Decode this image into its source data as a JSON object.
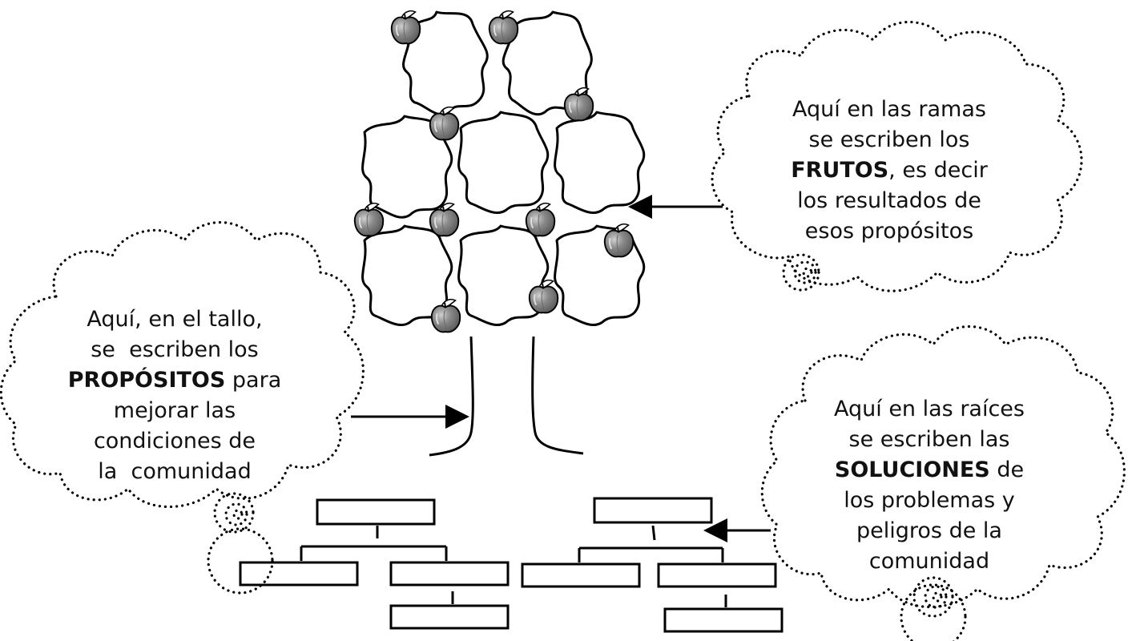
{
  "clouds": {
    "branches": {
      "line1": "Aquí en las ramas",
      "line2": "se escriben los",
      "keyword": "FRUTOS",
      "line3_rest": ", es decir",
      "line4": "los resultados de",
      "line5": "esos propósitos"
    },
    "trunk": {
      "line1": "Aquí, en el tallo,",
      "line2": "se  escriben los",
      "keyword": "PROPÓSITOS",
      "line3_rest": " para",
      "line4": "mejorar las",
      "line5": "condiciones de",
      "line6": "la  comunidad"
    },
    "roots": {
      "line1": "Aquí en las raíces",
      "line2": "se escriben las",
      "keyword": "SOLUCIONES",
      "line3_rest": " de",
      "line4": "los problemas y",
      "line5": "peligros de la",
      "line6": "comunidad"
    }
  },
  "colors": {
    "ink": "#000000",
    "apple": "#7a7a7a",
    "apple_highlight": "#c8c8c8"
  },
  "icons": {
    "apple": "apple-icon",
    "leaf": "leaf-icon"
  },
  "root_boxes": {
    "left_tree": {
      "top": "",
      "middle_left": "",
      "middle_right": "",
      "bottom": ""
    },
    "right_tree": {
      "top": "",
      "middle_left": "",
      "middle_right": "",
      "bottom": ""
    }
  }
}
